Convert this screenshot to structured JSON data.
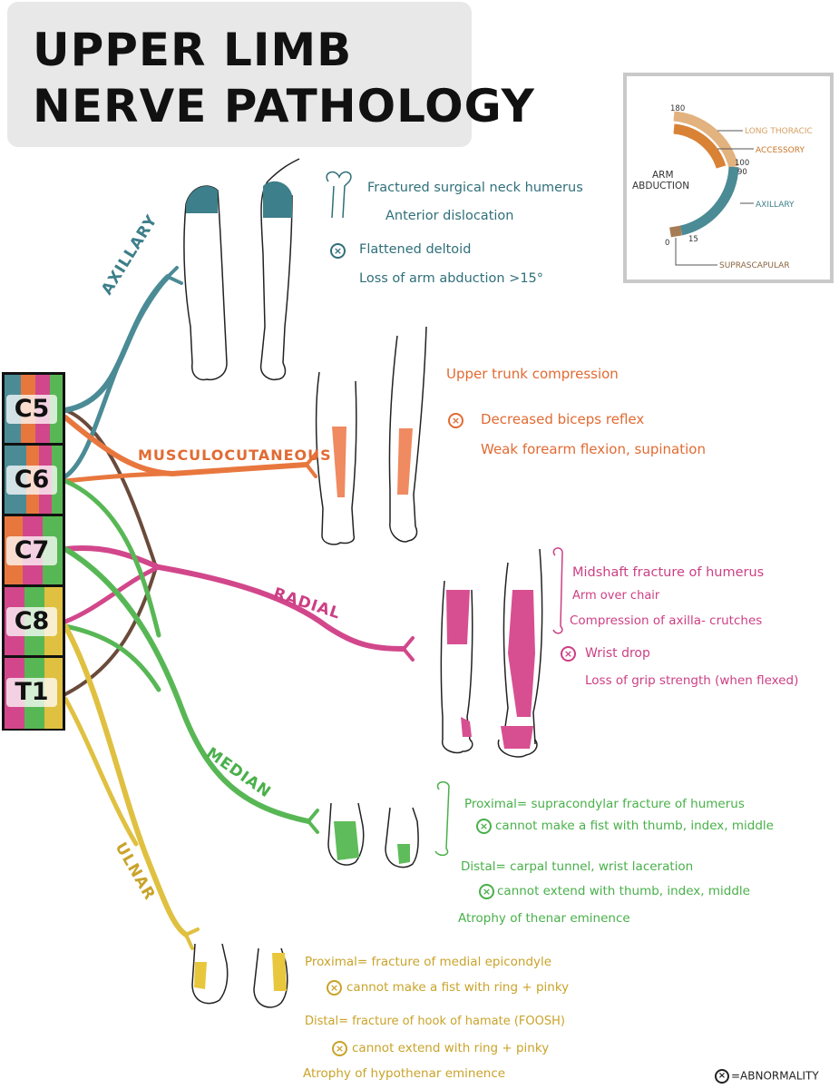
{
  "title": {
    "line1": "UPPER LIMB",
    "line2": "NERVE PATHOLOGY"
  },
  "roots": [
    "C5",
    "C6",
    "C7",
    "C8",
    "T1"
  ],
  "colors": {
    "axillary": "#4b8b96",
    "musculocutaneous": "#e8773e",
    "radial": "#d2478b",
    "median": "#58b755",
    "ulnar": "#e0c040",
    "dark_branch": "#6a4a3a",
    "long_thoracic": "#e2b27f",
    "accessory": "#d98236",
    "suprascapular": "#a67c55"
  },
  "abduction": {
    "label_line1": "ARM",
    "label_line2": "ABDUCTION",
    "tick_180": "180",
    "tick_100": "100",
    "tick_90": "90",
    "tick_15": "15",
    "tick_0": "0",
    "nerve_long_thoracic": "LONG THORACIC",
    "nerve_accessory": "ACCESSORY",
    "nerve_axillary": "AXILLARY",
    "nerve_suprascapular": "SUPRASCAPULAR"
  },
  "nerves": {
    "axillary": {
      "name": "AXILLARY",
      "line1": "Fractured surgical neck humerus",
      "line2": "Anterior dislocation",
      "line3": "Flattened deltoid",
      "line4": "Loss of arm abduction >15°"
    },
    "musculocutaneous": {
      "name": "MUSCULOCUTANEOUS",
      "line1": "Upper trunk compression",
      "line2": "Decreased biceps reflex",
      "line3": "Weak forearm flexion, supination"
    },
    "radial": {
      "name": "RADIAL",
      "line1": "Midshaft fracture of humerus",
      "line2": "Arm over chair",
      "line3": "Compression of axilla- crutches",
      "line4": "Wrist drop",
      "line5": "Loss of grip strength (when flexed)"
    },
    "median": {
      "name": "MEDIAN",
      "line1": "Proximal= supracondylar fracture of humerus",
      "line2": "cannot make a fist with thumb, index, middle",
      "line3": "Distal= carpal tunnel, wrist laceration",
      "line4": "cannot extend with thumb, index, middle",
      "line5": "Atrophy of thenar eminence"
    },
    "ulnar": {
      "name": "ULNAR",
      "line1": "Proximal= fracture of medial epicondyle",
      "line2": "cannot make a fist with ring + pinky",
      "line3": "Distal= fracture of hook of hamate (FOOSH)",
      "line4": "cannot extend with ring + pinky",
      "line5": "Atrophy of hypothenar eminence"
    }
  },
  "legend": "=ABNORMALITY"
}
